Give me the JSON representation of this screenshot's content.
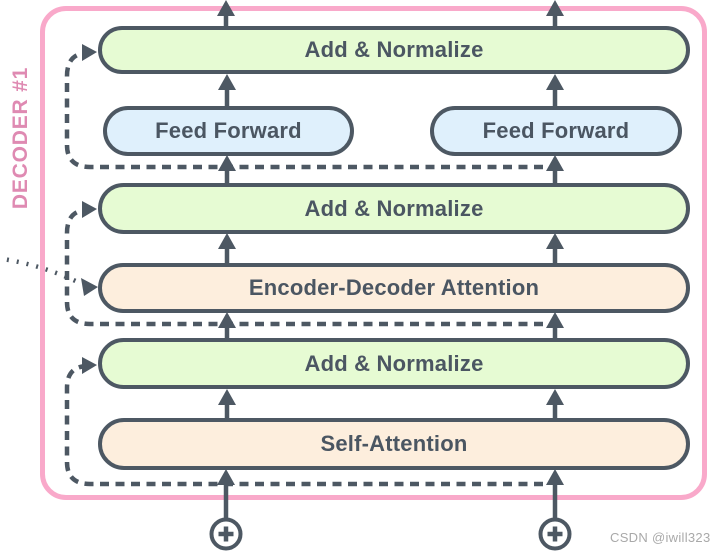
{
  "diagram": {
    "decoder_label": "DECODER #1",
    "watermark": "CSDN @iwill323",
    "blocks": {
      "add_norm_top": "Add & Normalize",
      "feed_forward_left": "Feed Forward",
      "feed_forward_right": "Feed Forward",
      "add_norm_middle": "Add & Normalize",
      "encoder_decoder_attention": "Encoder-Decoder Attention",
      "add_norm_bottom": "Add & Normalize",
      "self_attention": "Self-Attention"
    },
    "colors": {
      "add_normalize_fill": "#e6fbd3",
      "feed_forward_fill": "#dff0fc",
      "attention_fill": "#fdeedd",
      "line_and_text": "#4d5863",
      "frame_pink": "#f9a9ca",
      "decoder_label_pink": "#df8ab2",
      "watermark_gray": "#a9a9a9"
    }
  }
}
